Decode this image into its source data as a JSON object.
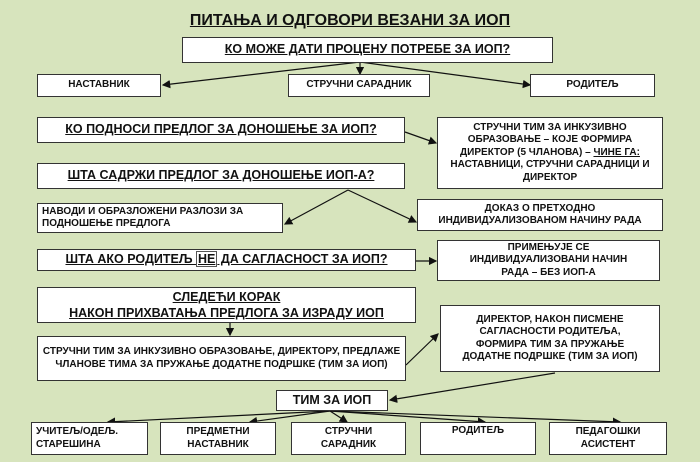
{
  "title": "ПИТАЊА И ОДГОВОРИ ВЕЗАНИ ЗА ИОП",
  "q1": {
    "question": "КО МОЖЕ ДАТИ  ПРОЦЕНУ ПОТРЕБЕ ЗА ИОП?",
    "answers": [
      "НАСТАВНИК",
      "СТРУЧНИ САРАДНИК",
      "РОДИТЕЉ"
    ]
  },
  "q2": {
    "question": "КО ПОДНОСИ ПРЕДЛОГ ЗА ДОНОШЕЊЕ ЗА ИОП?",
    "answer_a": "СТРУЧНИ ТИМ ЗА ИНКУЗИВНО ОБРАЗОВАЊЕ – КОЈЕ ФОРМИРА ДИРЕКТОР (5 ЧЛАНОВА) – ",
    "answer_u": "ЧИНЕ ГА:",
    "answer_b": " НАСТАВНИЦИ, СТРУЧНИ САРАДНИЦИ И ДИРЕКТОР"
  },
  "q3": {
    "question": "ШТА САДРЖИ ПРЕДЛОГ ЗА ДОНОШЕЊЕ ИОП-А?",
    "answers": [
      "НАВОДИ И ОБРАЗЛОЖЕНИ РАЗЛОЗИ ЗА ПОДНОШЕЊЕ ПРЕДЛОГА",
      "ДОКАЗ О ПРЕТХОДНО ИНДИВИДУАЛИЗОВАНОМ НАЧИНУ РАДА"
    ]
  },
  "q4": {
    "question_a": "ШТА АКО РОДИТЕЉ ",
    "question_hl": "НЕ",
    "question_b": " ДА САГЛАСНОСТ ЗА ИОП?",
    "answer": "ПРИМЕЊУЈЕ СЕ ИНДИВИДУАЛИЗОВАНИ НАЧИН РАДА – БЕЗ ИОП-А"
  },
  "next": {
    "line1": "СЛЕДЕЋИ КОРАК",
    "line2": "НАКОН ПРИХВАТАЊА ПРЕДЛОГА ЗА ИЗРАДУ ИОП",
    "step1": "СТРУЧНИ ТИМ ЗА ИНКУЗИВНО ОБРАЗОВАЊЕ, ДИРЕКТОРУ, ПРЕДЛАЖЕ ЧЛАНОВЕ ТИМА ЗА ПРУЖАЊЕ ДОДАТНЕ ПОДРШКЕ (ТИМ ЗА ИОП)",
    "step2": "ДИРЕКТОР, НАКОН ПИСМЕНЕ САГЛАСНОСТИ РОДИТЕЉА, ФОРМИРА ТИМ ЗА ПРУЖАЊЕ ДОДАТНЕ ПОДРШКЕ (ТИМ ЗА ИОП)"
  },
  "team": {
    "label": "ТИМ ЗА ИОП",
    "members": [
      "УЧИТЕЉ/ОДЕЉ. СТАРЕШИНА",
      "ПРЕДМЕТНИ НАСТАВНИК",
      "СТРУЧНИ САРАДНИК",
      "РОДИТЕЉ",
      "ПЕДАГОШКИ АСИСТЕНТ"
    ]
  }
}
